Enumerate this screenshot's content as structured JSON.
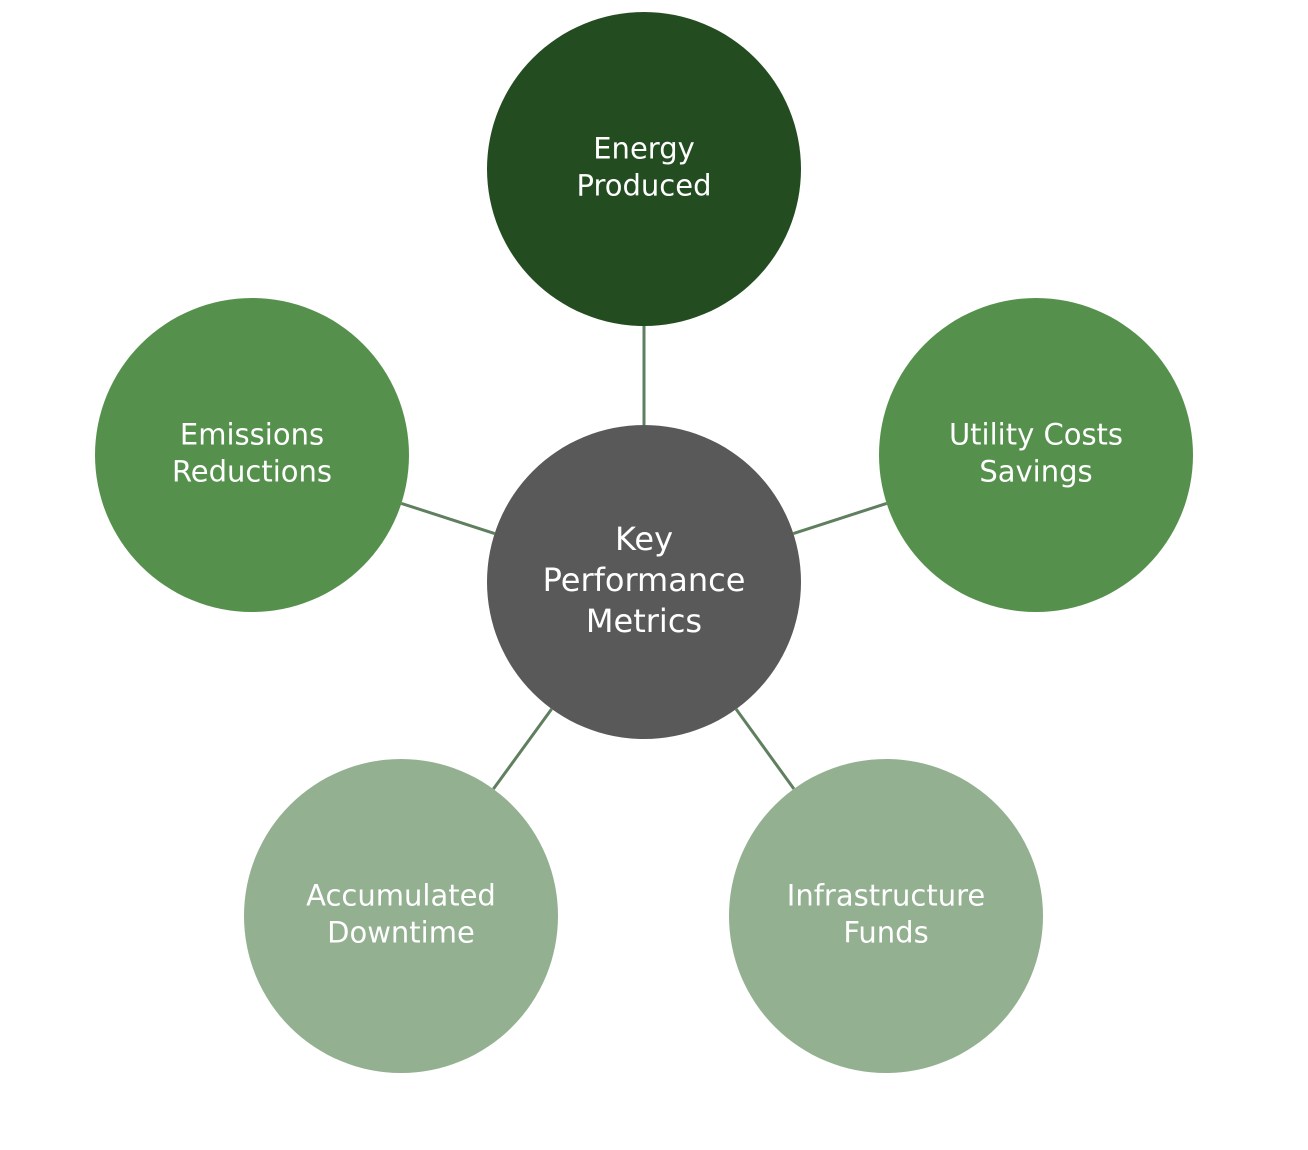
{
  "diagram": {
    "type": "hub-and-spoke",
    "center": {
      "label_lines": [
        "Key",
        "Performance",
        "Metrics"
      ],
      "color": "#595959"
    },
    "nodes": [
      {
        "id": "energy-produced",
        "label_lines": [
          "Energy",
          "Produced"
        ],
        "color": "#244c21"
      },
      {
        "id": "utility-costs-savings",
        "label_lines": [
          "Utility Costs",
          "Savings"
        ],
        "color": "#55914c"
      },
      {
        "id": "infrastructure-funds",
        "label_lines": [
          "Infrastructure",
          "Funds"
        ],
        "color": "#93b091"
      },
      {
        "id": "accumulated-downtime",
        "label_lines": [
          "Accumulated",
          "Downtime"
        ],
        "color": "#93b091"
      },
      {
        "id": "emissions-reductions",
        "label_lines": [
          "Emissions",
          "Reductions"
        ],
        "color": "#55914c"
      }
    ],
    "connector_color": "#5f7f5f",
    "label_color": "#ffffff"
  }
}
